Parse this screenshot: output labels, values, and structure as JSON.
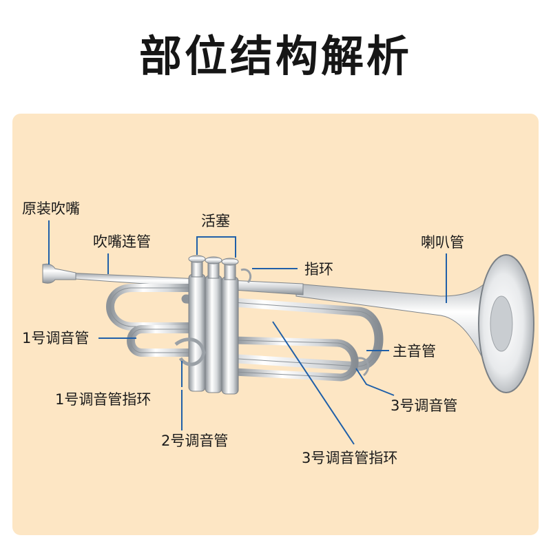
{
  "page": {
    "title": "部位结构解析"
  },
  "labels": {
    "mouthpiece": "原装吹嘴",
    "leadpipe": "吹嘴连管",
    "valves": "活塞",
    "finger_ring": "指环",
    "bell": "喇叭管",
    "slide1": "1号调音管",
    "main_slide": "主音管",
    "slide1_ring": "1号调音管指环",
    "slide3": "3号调音管",
    "slide2": "2号调音管",
    "slide3_ring": "3号调音管指环"
  },
  "colors": {
    "background": "#ffffff",
    "panel": "#fde6c4",
    "leader_line": "#1f5fa8",
    "title": "#161616"
  }
}
